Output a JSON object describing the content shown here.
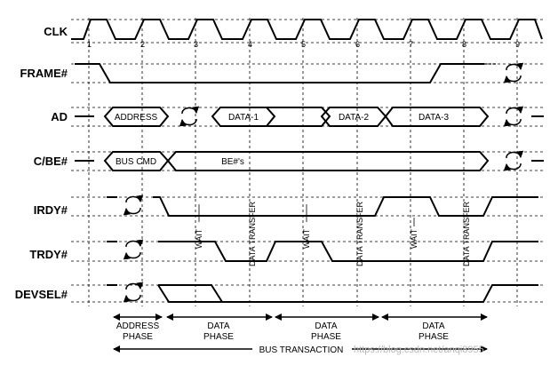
{
  "signals": {
    "clk": "CLK",
    "frame": "FRAME#",
    "ad": "AD",
    "cbe": "C/BE#",
    "irdy": "IRDY#",
    "trdy": "TRDY#",
    "devsel": "DEVSEL#"
  },
  "clock_numbers": [
    "1",
    "2",
    "3",
    "4",
    "5",
    "6",
    "7",
    "8",
    "9"
  ],
  "bus_values": {
    "address": "ADDRESS",
    "data1": "DATA-1",
    "data2": "DATA-2",
    "data3": "DATA-3",
    "bus_cmd": "BUS CMD",
    "be": "BE#'s"
  },
  "annotations": {
    "wait": "WAIT",
    "data_transfer": "DATA TRANSFER"
  },
  "phases": {
    "address": [
      "ADDRESS",
      "PHASE"
    ],
    "data": [
      "DATA",
      "PHASE"
    ]
  },
  "bus_transaction": "BUS TRANSACTION",
  "watermark": "https://blog.csdn.net/anqi8955"
}
